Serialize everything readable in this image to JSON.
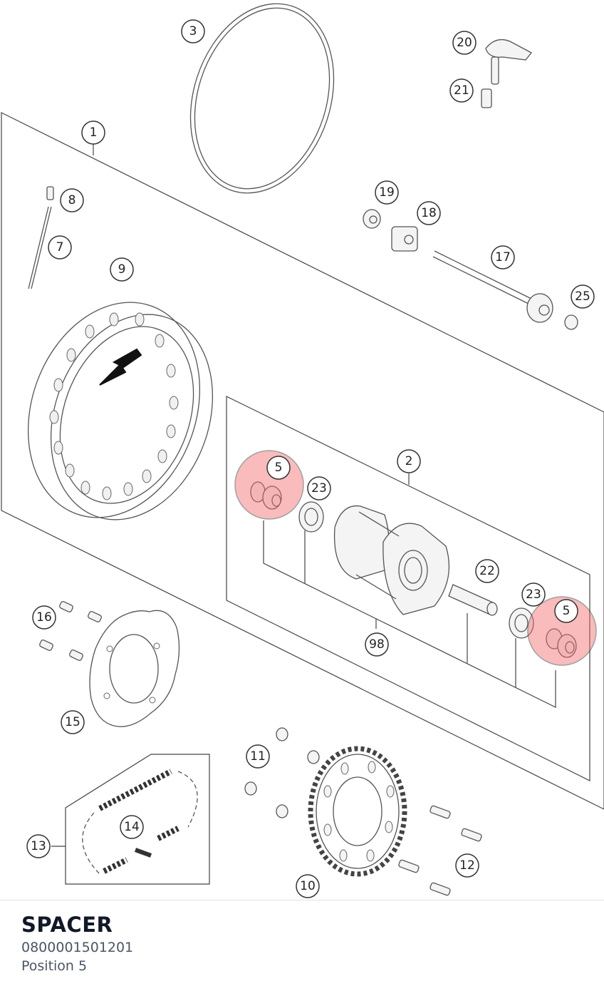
{
  "diagram": {
    "callouts": [
      "1",
      "2",
      "3",
      "5",
      "5",
      "7",
      "8",
      "9",
      "10",
      "11",
      "12",
      "13",
      "14",
      "15",
      "16",
      "17",
      "18",
      "19",
      "20",
      "21",
      "22",
      "23",
      "23",
      "25",
      "98"
    ],
    "highlight_color": "#f26a6a"
  },
  "part": {
    "title": "SPACER",
    "number": "0800001501201",
    "position": "Position 5"
  }
}
